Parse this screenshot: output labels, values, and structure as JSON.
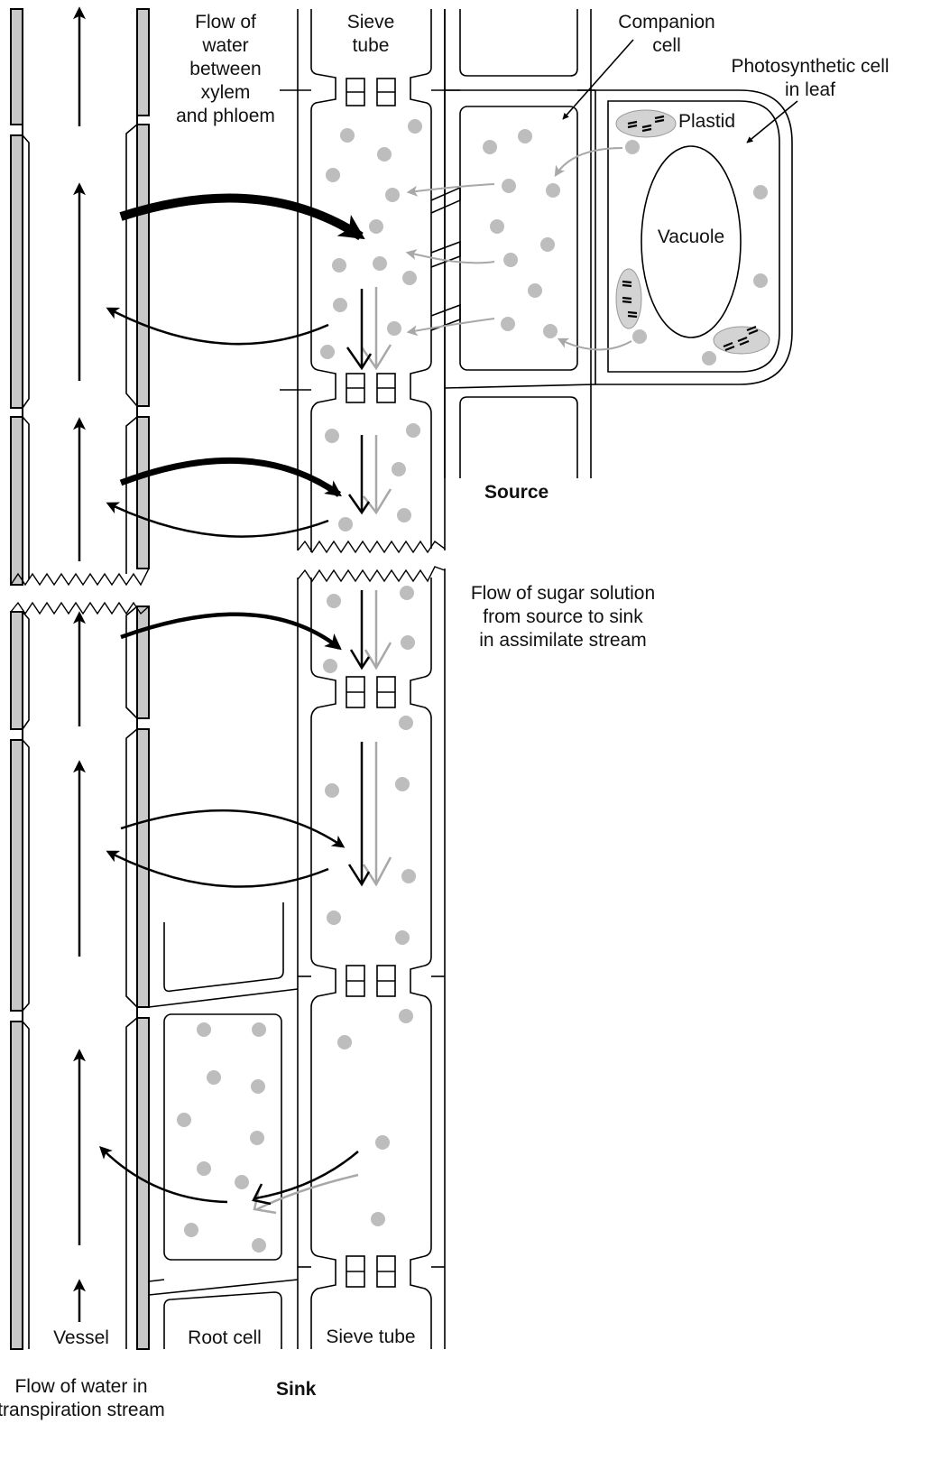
{
  "labels": {
    "flow_between": [
      "Flow of",
      "water",
      "between",
      "xylem",
      "and phloem"
    ],
    "sieve_tube_top": [
      "Sieve",
      "tube"
    ],
    "companion_cell": [
      "Companion",
      "cell"
    ],
    "photosynthetic_cell": [
      "Photosynthetic cell",
      "in leaf"
    ],
    "plastid": "Plastid",
    "vacuole": "Vacuole",
    "source": "Source",
    "flow_sugar": [
      "Flow of sugar solution",
      "from source to sink",
      "in assimilate stream"
    ],
    "vessel": "Vessel",
    "root_cell": "Root cell",
    "sieve_tube_bottom": "Sieve tube",
    "flow_transpiration": [
      "Flow of water in",
      "transpiration stream"
    ],
    "sink": "Sink"
  },
  "icons": {
    "sugar_molecule": "grey-dot-icon",
    "water_flow_arrow": "black-arrow-icon",
    "sugar_flow_arrow": "grey-arrow-icon",
    "break_mark": "zigzag-break-icon",
    "sieve_plate": "sieve-plate-icon"
  },
  "colors": {
    "vessel_wall": "#c8c8c8",
    "sugar_dot": "#bdbdbd",
    "plastid_fill": "#d3d3d3",
    "sugar_arrow": "#a8a8a8",
    "line": "#000000"
  }
}
